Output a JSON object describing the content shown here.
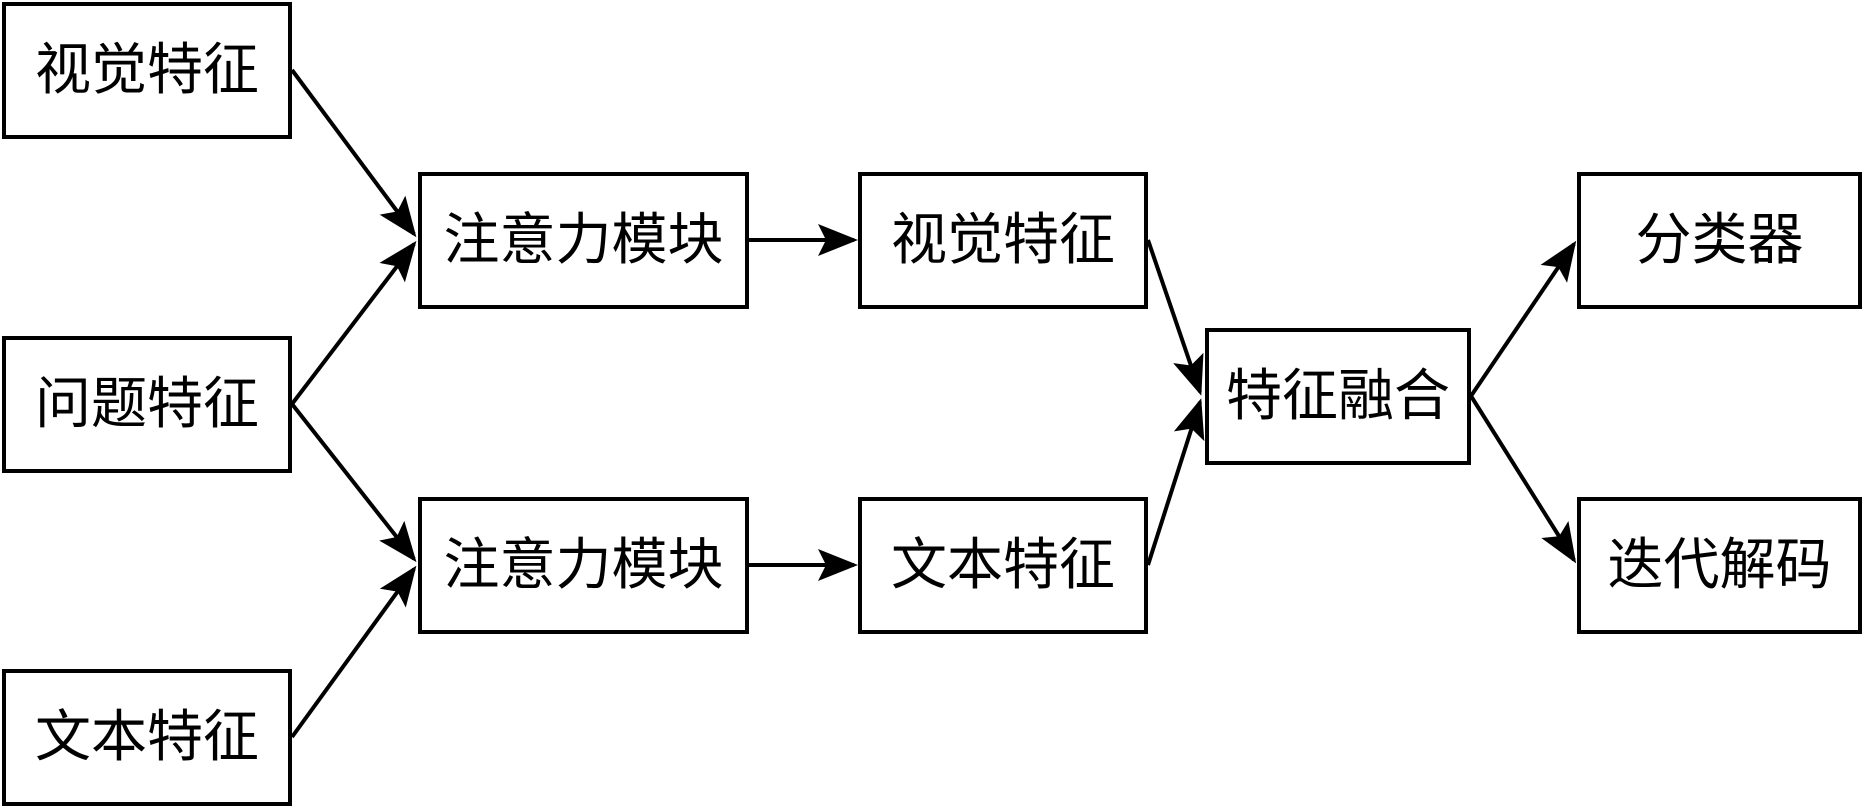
{
  "nodes": {
    "visual_feature_input": "视觉特征",
    "question_feature": "问题特征",
    "text_feature_input": "文本特征",
    "attention_module_top": "注意力模块",
    "attention_module_bottom": "注意力模块",
    "visual_feature_output": "视觉特征",
    "text_feature_output": "文本特征",
    "feature_fusion": "特征融合",
    "classifier": "分类器",
    "iterative_decoding": "迭代解码"
  },
  "edges": [
    {
      "from": "visual_feature_input",
      "to": "attention_module_top"
    },
    {
      "from": "question_feature",
      "to": "attention_module_top"
    },
    {
      "from": "question_feature",
      "to": "attention_module_bottom"
    },
    {
      "from": "text_feature_input",
      "to": "attention_module_bottom"
    },
    {
      "from": "attention_module_top",
      "to": "visual_feature_output"
    },
    {
      "from": "attention_module_bottom",
      "to": "text_feature_output"
    },
    {
      "from": "visual_feature_output",
      "to": "feature_fusion"
    },
    {
      "from": "text_feature_output",
      "to": "feature_fusion"
    },
    {
      "from": "feature_fusion",
      "to": "classifier"
    },
    {
      "from": "feature_fusion",
      "to": "iterative_decoding"
    }
  ],
  "colors": {
    "stroke": "#000000",
    "background": "#ffffff",
    "text": "#000000"
  }
}
